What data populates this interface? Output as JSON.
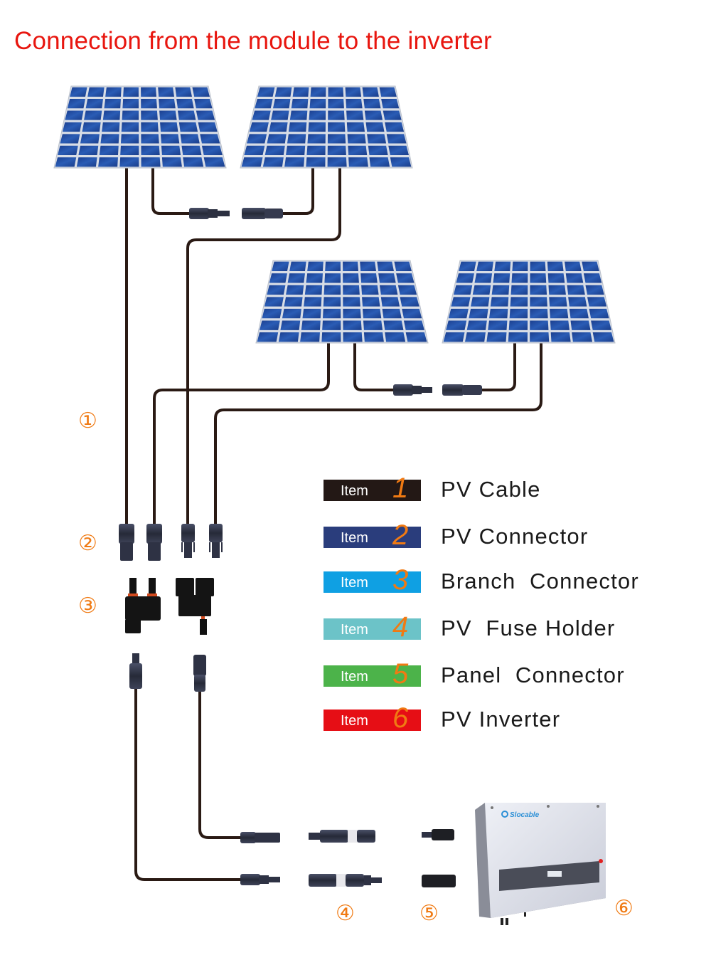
{
  "title": "Connection from the module to the inverter",
  "colors": {
    "title": "#e8160f",
    "cable": "#2a1a14",
    "panel_cell": "#1f4fa3",
    "panel_frame": "#d8dde6",
    "callout": "#f07a13",
    "connector": "#3a3f52"
  },
  "legend": {
    "items": [
      {
        "word": "Item",
        "number": "1",
        "label": "PV Cable",
        "color": "#231815"
      },
      {
        "word": "Item",
        "number": "2",
        "label": "PV Connector",
        "color": "#2a3d7c"
      },
      {
        "word": "Item",
        "number": "3",
        "label": "Branch  Connector",
        "color": "#0fa0e3"
      },
      {
        "word": "Item",
        "number": "4",
        "label": "PV  Fuse Holder",
        "color": "#6cc3c8"
      },
      {
        "word": "Item",
        "number": "5",
        "label": "Panel  Connector",
        "color": "#4cb34a"
      },
      {
        "word": "Item",
        "number": "6",
        "label": "PV Inverter",
        "color": "#e60e15"
      }
    ]
  },
  "callouts": {
    "c1": "①",
    "c2": "②",
    "c3": "③",
    "c4": "④",
    "c5": "⑤",
    "c6": "⑥"
  },
  "inverter": {
    "brand": "Slocable",
    "brand_color": "#2b8fd6"
  },
  "diagram": {
    "panels": [
      "solar-panel-1",
      "solar-panel-2",
      "solar-panel-3",
      "solar-panel-4"
    ],
    "panel_grid": {
      "rows": 7,
      "cols": 8
    }
  }
}
